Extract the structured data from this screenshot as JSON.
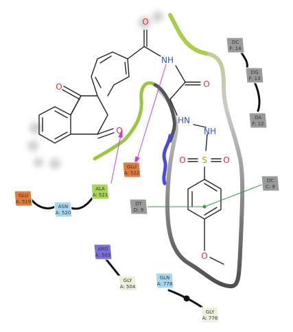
{
  "atoms": {
    "o_amide": "O",
    "nh_amide": "NH",
    "o_keto_top": "O",
    "o_keto_bottom": "O",
    "o_alpha": "O",
    "hn_hydrazide": "HN",
    "nh_hydrazide": "NH",
    "s": "S",
    "o_s_left": "O",
    "o_s_right": "O",
    "o_methoxy": "O"
  },
  "residues": [
    {
      "id": "dc_f14",
      "name": "DC",
      "chain": "F: 14",
      "color": "#9a9a9a"
    },
    {
      "id": "dg_f13",
      "name": "DG",
      "chain": "F: 13",
      "color": "#9a9a9a"
    },
    {
      "id": "da_f12",
      "name": "DA",
      "chain": "F: 12",
      "color": "#9a9a9a"
    },
    {
      "id": "dc_c8",
      "name": "DC",
      "chain": "C: 8",
      "color": "#9a9a9a"
    },
    {
      "id": "dt_d9",
      "name": "DT",
      "chain": "D: 9",
      "color": "#9a9a9a"
    },
    {
      "id": "glu_a522",
      "name": "GLU",
      "chain": "A: 522",
      "color": "#e07b39"
    },
    {
      "id": "ala_a521",
      "name": "ALA",
      "chain": "A: 521",
      "color": "#a8d65a"
    },
    {
      "id": "asn_a520",
      "name": "ASN",
      "chain": "A: 520",
      "color": "#a8d8ee"
    },
    {
      "id": "glu_a519",
      "name": "GLU",
      "chain": "A: 519",
      "color": "#e07b39"
    },
    {
      "id": "arg_a503",
      "name": "ARG",
      "chain": "A: 503",
      "color": "#7b6fd8"
    },
    {
      "id": "gly_a504",
      "name": "GLY",
      "chain": "A: 504",
      "color": "#eff0dc"
    },
    {
      "id": "gln_a778",
      "name": "GLN",
      "chain": "A: 778",
      "color": "#a8d8ee"
    },
    {
      "id": "gly_a776",
      "name": "GLY",
      "chain": "A: 776",
      "color": "#eff0dc"
    }
  ],
  "colors": {
    "bond": "#222222",
    "hbond": "#c040e0",
    "pi_stack": "#2f9e44",
    "pocket_gray": "#555555",
    "pocket_green": "#9cc640",
    "pocket_blue": "#4a4adf"
  }
}
